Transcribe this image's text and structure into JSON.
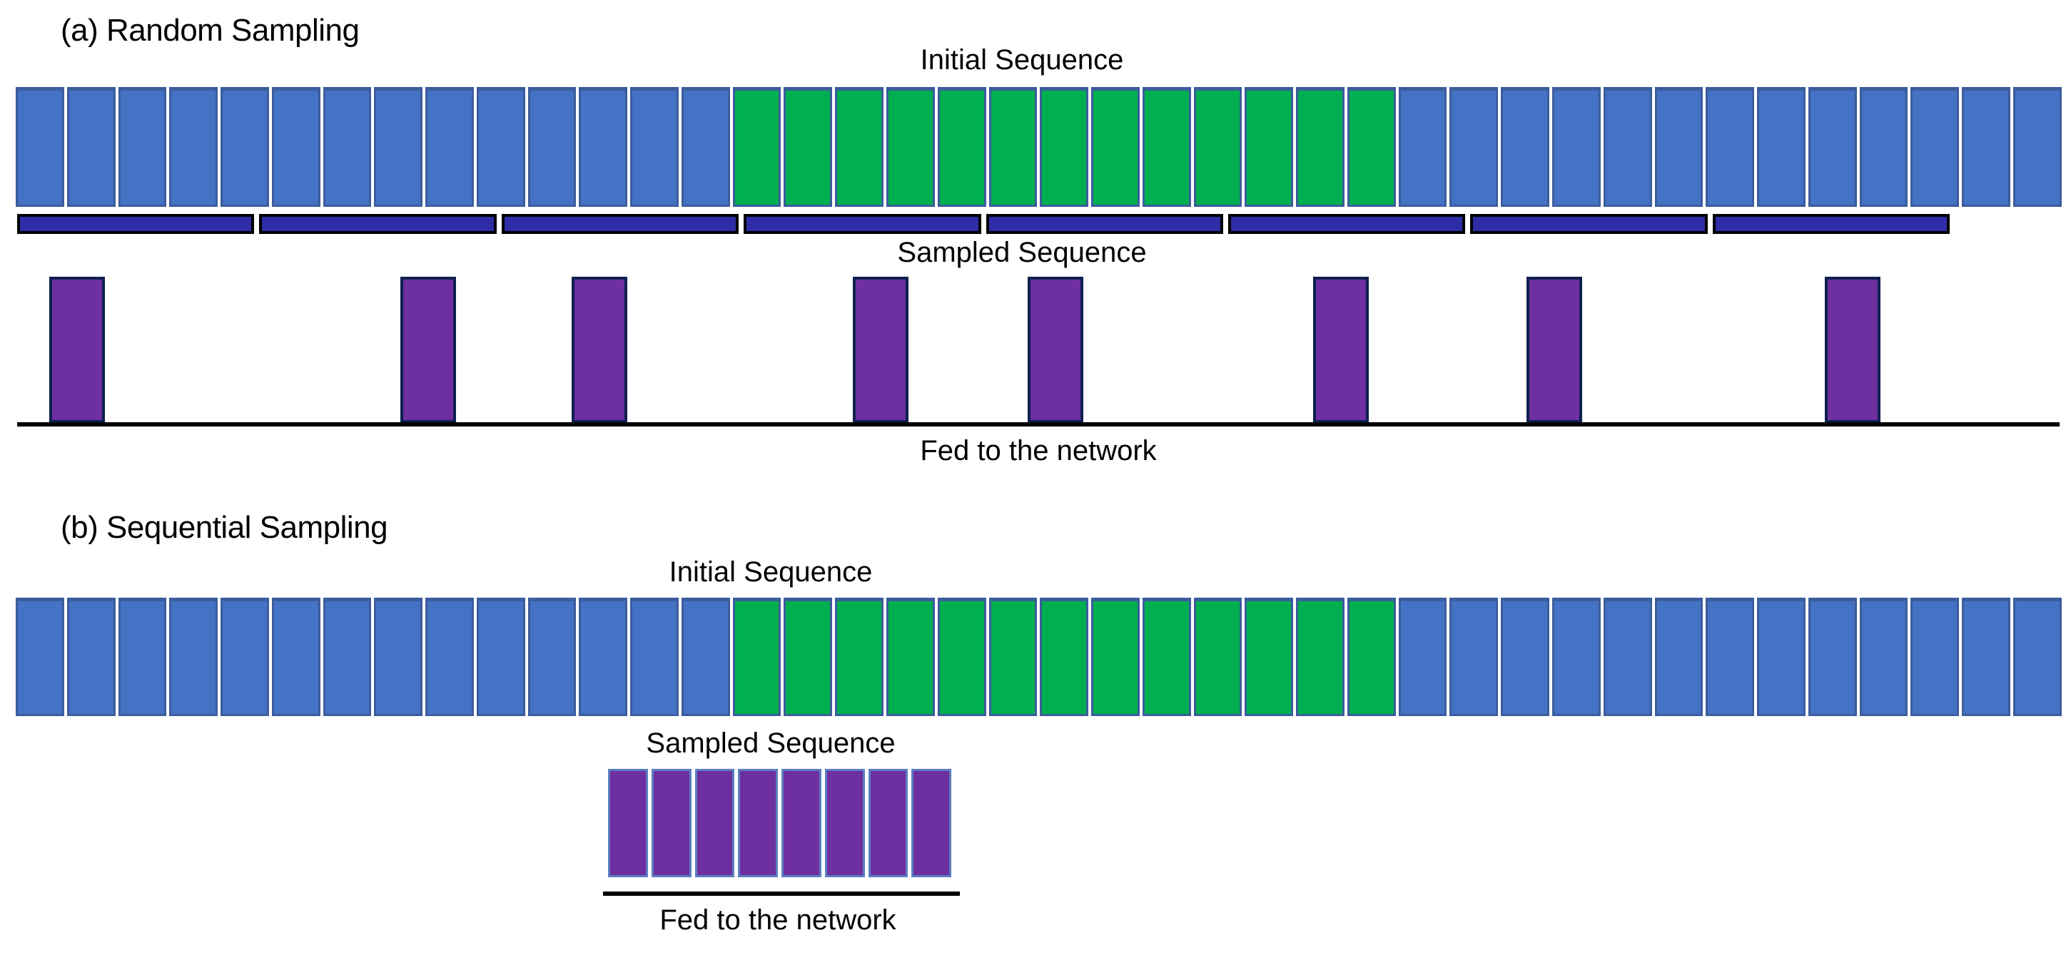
{
  "figure": {
    "background_color": "#ffffff",
    "colors": {
      "blue_block": "#4472C4",
      "green_block": "#00B050",
      "purple_block": "#6E2FA0",
      "bracket_bar": "#2D2DA8",
      "block_border": "#3C5C9C",
      "purple_border": "#0D2050",
      "rule": "#000000"
    }
  },
  "panel_a": {
    "title": "(a) Random Sampling",
    "initial_sequence_label": "Initial Sequence",
    "sampled_sequence_label": "Sampled Sequence",
    "fed_label": "Fed to the network",
    "initial_sequence": {
      "total_blocks": 40,
      "blue_before_green": 14,
      "green_blocks": 13,
      "blue_after_green": 13,
      "block_colors": [
        "blue",
        "blue",
        "blue",
        "blue",
        "blue",
        "blue",
        "blue",
        "blue",
        "blue",
        "blue",
        "blue",
        "blue",
        "blue",
        "blue",
        "green",
        "green",
        "green",
        "green",
        "green",
        "green",
        "green",
        "green",
        "green",
        "green",
        "green",
        "green",
        "green",
        "blue",
        "blue",
        "blue",
        "blue",
        "blue",
        "blue",
        "blue",
        "blue",
        "blue",
        "blue",
        "blue",
        "blue",
        "blue"
      ]
    },
    "bracket_segments": 8,
    "sampled_blocks": 8
  },
  "panel_b": {
    "title": "(b) Sequential Sampling",
    "initial_sequence_label": "Initial Sequence",
    "sampled_sequence_label": "Sampled Sequence",
    "fed_label": "Fed to the network",
    "initial_sequence": {
      "total_blocks": 40,
      "blue_before_green": 14,
      "green_blocks": 13,
      "blue_after_green": 13,
      "block_colors": [
        "blue",
        "blue",
        "blue",
        "blue",
        "blue",
        "blue",
        "blue",
        "blue",
        "blue",
        "blue",
        "blue",
        "blue",
        "blue",
        "blue",
        "green",
        "green",
        "green",
        "green",
        "green",
        "green",
        "green",
        "green",
        "green",
        "green",
        "green",
        "green",
        "green",
        "blue",
        "blue",
        "blue",
        "blue",
        "blue",
        "blue",
        "blue",
        "blue",
        "blue",
        "blue",
        "blue",
        "blue",
        "blue"
      ]
    },
    "sampled_blocks": 8
  }
}
